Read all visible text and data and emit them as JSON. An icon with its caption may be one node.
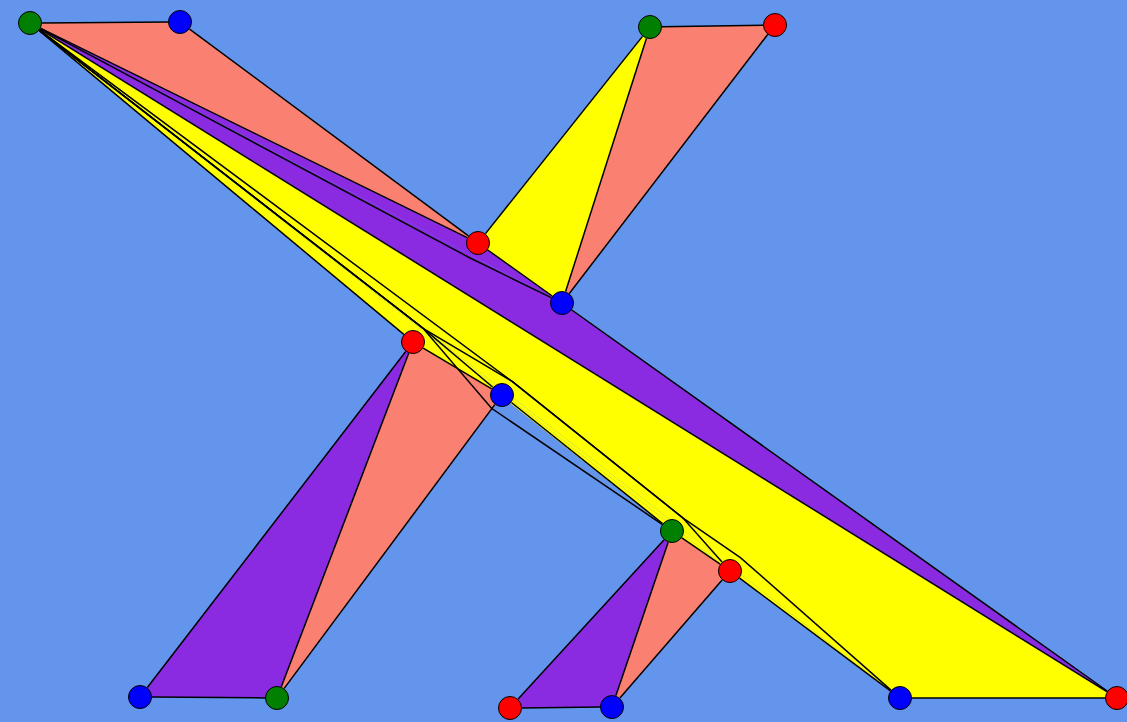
{
  "diagram": {
    "nodes": [
      {
        "text": [],
        "shape": "circle"
      },
      {
        "text": [],
        "shape": "circle"
      },
      {
        "text": [],
        "shape": "circle"
      },
      {
        "text": [],
        "shape": "circle"
      },
      {
        "text": [],
        "shape": "circle"
      },
      {
        "text": [],
        "shape": "circle"
      },
      {
        "text": [],
        "shape": "circle"
      },
      {
        "text": [],
        "shape": "circle"
      },
      {
        "text": [],
        "shape": "circle"
      },
      {
        "text": [],
        "shape": "circle"
      },
      {
        "text": [],
        "shape": "circle"
      },
      {
        "text": [],
        "shape": "circle"
      },
      {
        "text": [],
        "shape": "circle"
      },
      {
        "text": [],
        "shape": "circle"
      },
      {
        "text": [],
        "shape": "circle"
      },
      {
        "text": [],
        "shape": "circle"
      }
    ],
    "edges": [
      {
        "from": 0,
        "to": 1,
        "arrow": "none"
      },
      {
        "from": 1,
        "to": 4,
        "arrow": "none"
      },
      {
        "from": 4,
        "to": 2,
        "arrow": "none"
      },
      {
        "from": 2,
        "to": 3,
        "arrow": "none"
      },
      {
        "from": 3,
        "to": 5,
        "arrow": "none"
      },
      {
        "from": 5,
        "to": 15,
        "arrow": "none"
      },
      {
        "from": 15,
        "to": 14,
        "arrow": "none"
      },
      {
        "from": 14,
        "to": 9,
        "arrow": "none"
      },
      {
        "from": 9,
        "to": 13,
        "arrow": "none"
      },
      {
        "from": 13,
        "to": 12,
        "arrow": "none"
      },
      {
        "from": 12,
        "to": 8,
        "arrow": "none"
      },
      {
        "from": 8,
        "to": 7,
        "arrow": "none"
      },
      {
        "from": 7,
        "to": 11,
        "arrow": "none"
      },
      {
        "from": 11,
        "to": 10,
        "arrow": "none"
      },
      {
        "from": 10,
        "to": 6,
        "arrow": "none"
      },
      {
        "from": 6,
        "to": 0,
        "arrow": "none"
      },
      {
        "from": 0,
        "to": 4,
        "arrow": "none"
      },
      {
        "from": 4,
        "to": 5,
        "arrow": "none"
      },
      {
        "from": 2,
        "to": 5,
        "arrow": "none"
      },
      {
        "from": 0,
        "to": 5,
        "arrow": "none"
      },
      {
        "from": 0,
        "to": 15,
        "arrow": "none"
      },
      {
        "from": 0,
        "to": 14,
        "arrow": "none"
      },
      {
        "from": 0,
        "to": 9,
        "arrow": "none"
      },
      {
        "from": 0,
        "to": 8,
        "arrow": "none"
      },
      {
        "from": 0,
        "to": 7,
        "arrow": "none"
      },
      {
        "from": 6,
        "to": 7,
        "arrow": "none"
      },
      {
        "from": 6,
        "to": 11,
        "arrow": "none"
      },
      {
        "from": 8,
        "to": 9,
        "arrow": "none"
      },
      {
        "from": 8,
        "to": 13,
        "arrow": "none"
      }
    ]
  }
}
